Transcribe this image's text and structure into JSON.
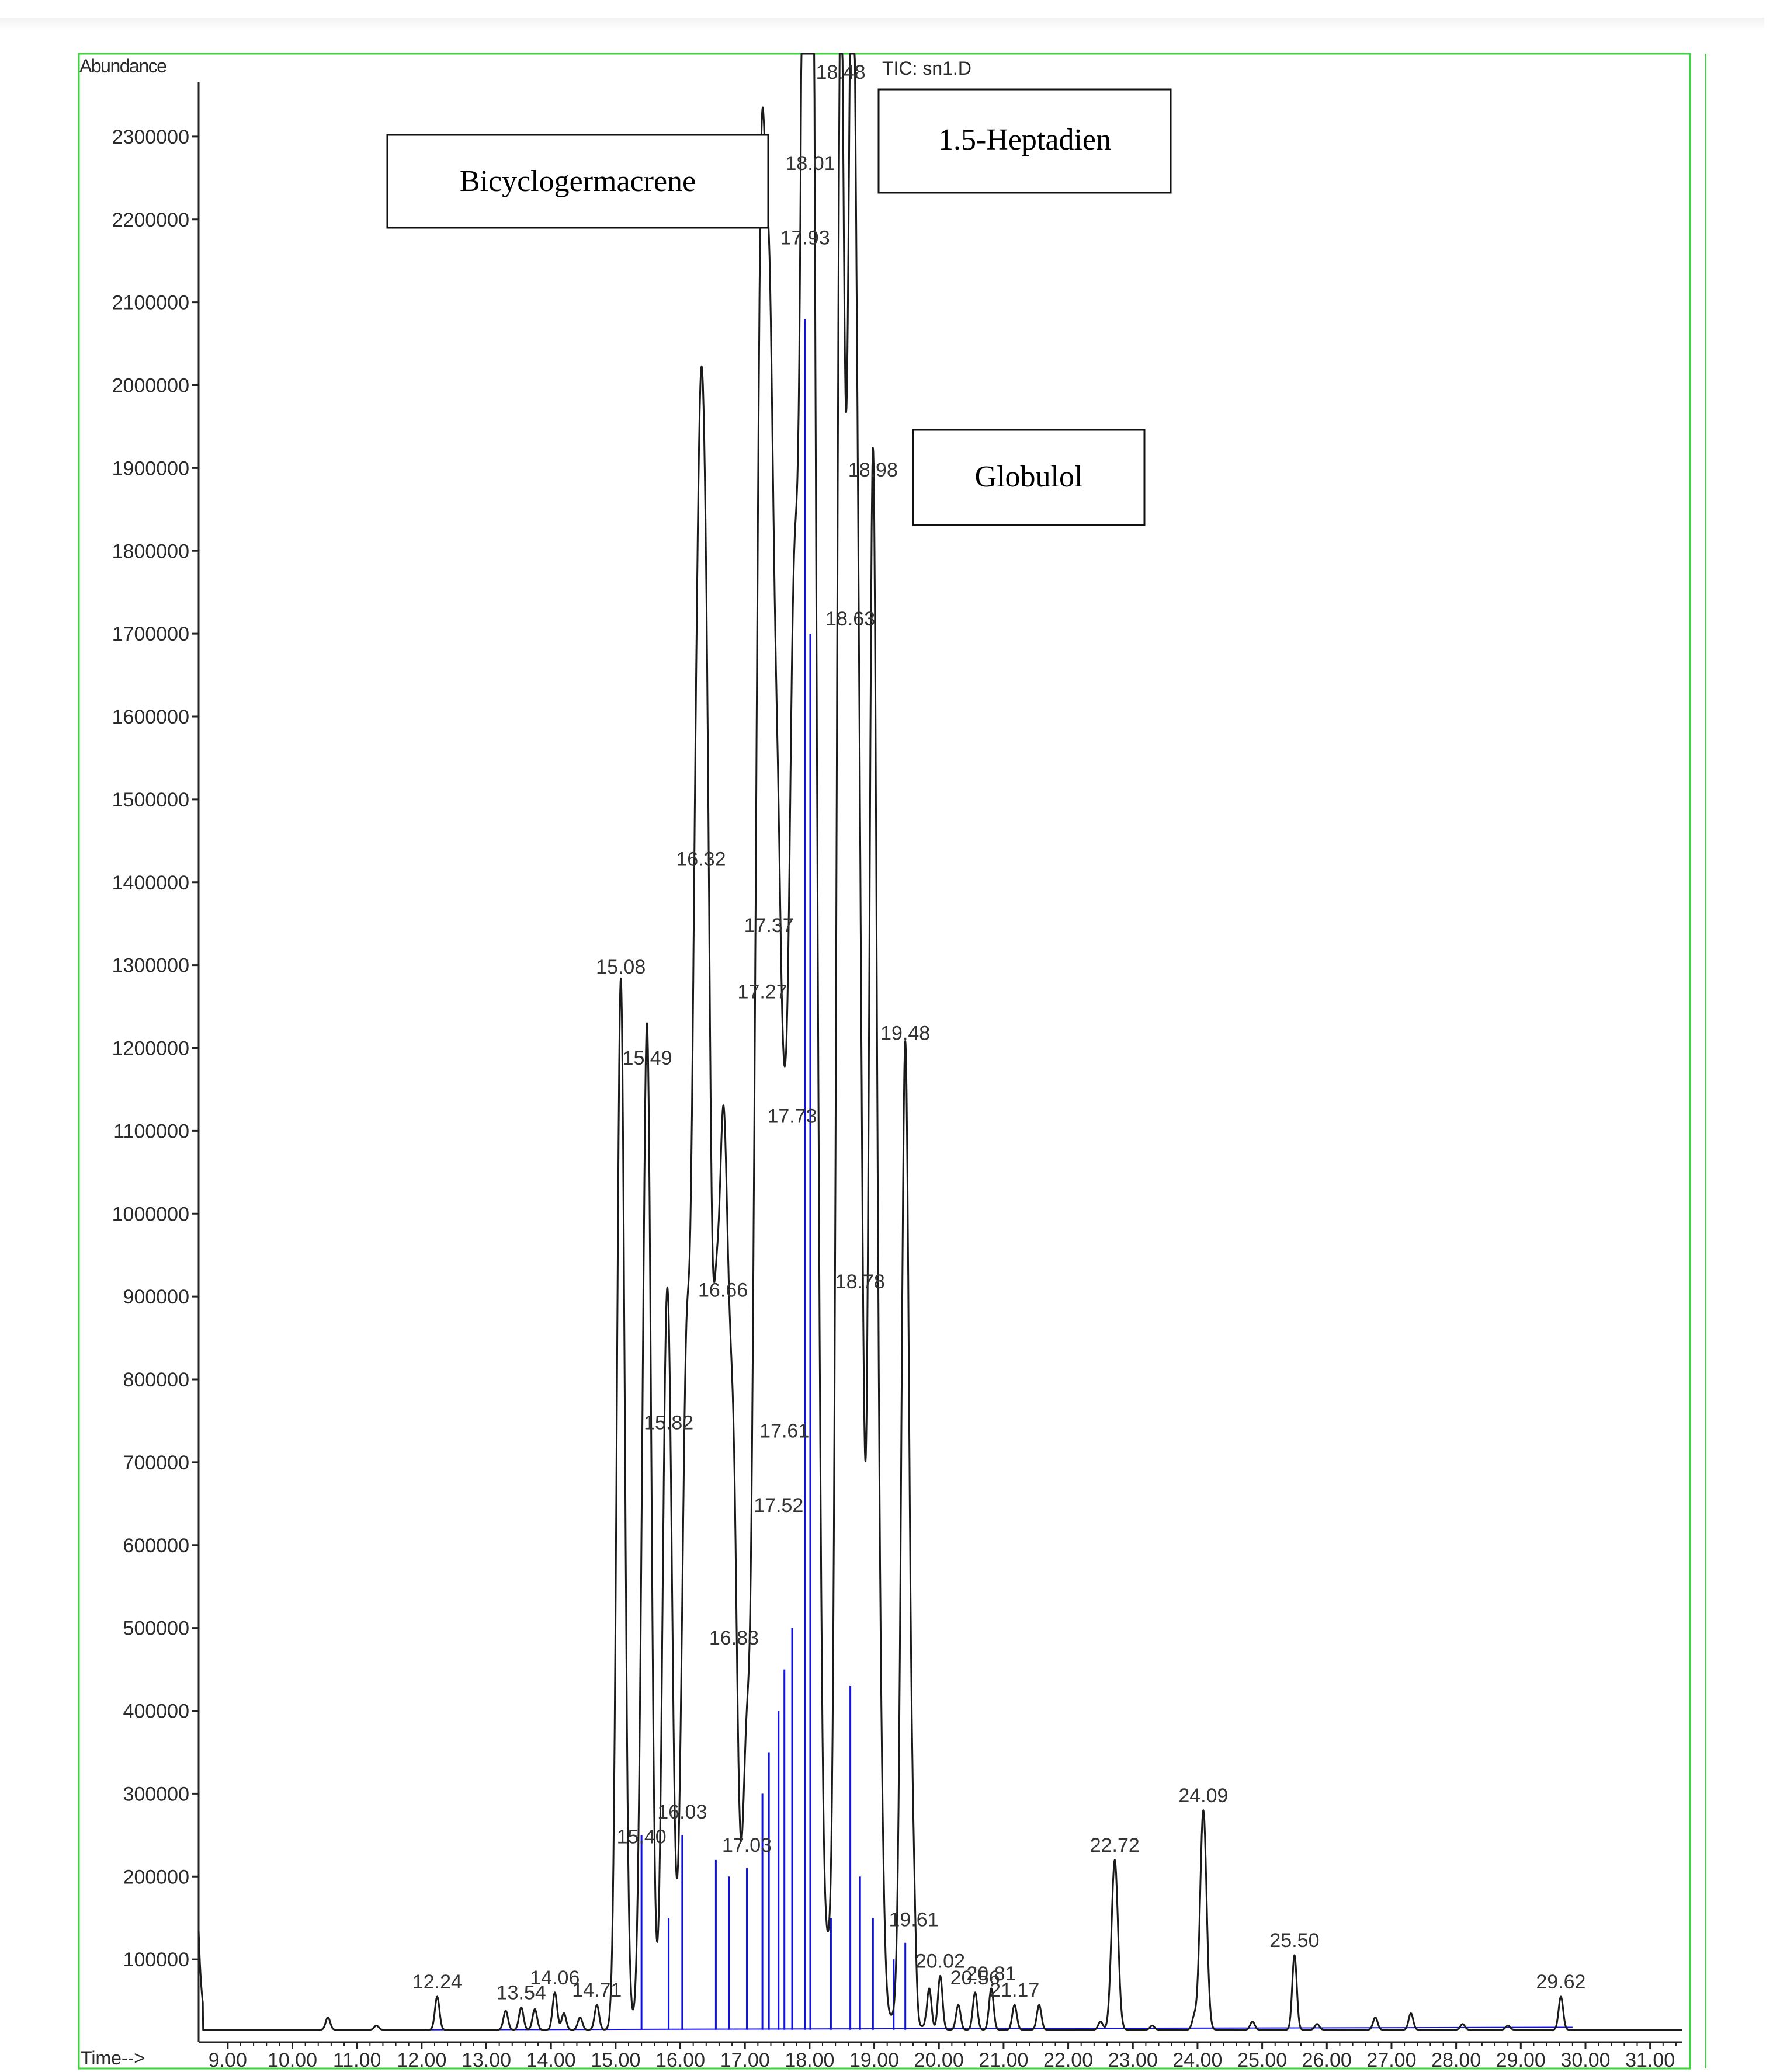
{
  "colors": {
    "frame": "#3fd33f",
    "trace": "#1a1a1a",
    "integration": "#1010e0",
    "annotation_border": "#111111"
  },
  "header": {
    "y_title": "Abundance",
    "file_label": "TIC: sn1.D",
    "x_prefix": "Time-->"
  },
  "annotations": [
    {
      "id": "bicyclogermacrene",
      "text": "Bicyclogermacrene"
    },
    {
      "id": "heptadien",
      "text": "1.5-Heptadien"
    },
    {
      "id": "globulol",
      "text": "Globulol"
    }
  ],
  "chart_data": {
    "type": "line",
    "title": "TIC: sn1.D",
    "xlabel": "Time-->",
    "ylabel": "Abundance",
    "xlim": [
      8.55,
      31.5
    ],
    "ylim": [
      0,
      2400000
    ],
    "x_ticks": [
      "9.00",
      "10.00",
      "11.00",
      "12.00",
      "13.00",
      "14.00",
      "15.00",
      "16.00",
      "17.00",
      "18.00",
      "19.00",
      "20.00",
      "21.00",
      "22.00",
      "23.00",
      "24.00",
      "25.00",
      "26.00",
      "27.00",
      "28.00",
      "29.00",
      "30.00",
      "31.00"
    ],
    "y_ticks": [
      "100000",
      "200000",
      "300000",
      "400000",
      "500000",
      "600000",
      "700000",
      "800000",
      "900000",
      "1000000",
      "1100000",
      "1200000",
      "1300000",
      "1400000",
      "1500000",
      "1600000",
      "1700000",
      "1800000",
      "1900000",
      "2000000",
      "2100000",
      "2200000",
      "2300000"
    ],
    "baseline": 15000,
    "peak_labels": [
      {
        "label": "12.24",
        "x": 12.24,
        "y": 55000
      },
      {
        "label": "13.54",
        "x": 13.54,
        "y": 42000
      },
      {
        "label": "14.06",
        "x": 14.06,
        "y": 60000
      },
      {
        "label": "14.71",
        "x": 14.71,
        "y": 45000
      },
      {
        "label": "15.08",
        "x": 15.08,
        "y": 1280000
      },
      {
        "label": "15.40",
        "x": 15.4,
        "y": 230000
      },
      {
        "label": "15.49",
        "x": 15.49,
        "y": 1170000
      },
      {
        "label": "15.82",
        "x": 15.82,
        "y": 730000
      },
      {
        "label": "16.03",
        "x": 16.03,
        "y": 260000
      },
      {
        "label": "16.32",
        "x": 16.32,
        "y": 1410000
      },
      {
        "label": "16.66",
        "x": 16.66,
        "y": 890000
      },
      {
        "label": "16.83",
        "x": 16.83,
        "y": 470000
      },
      {
        "label": "17.03",
        "x": 17.03,
        "y": 220000
      },
      {
        "label": "17.27",
        "x": 17.27,
        "y": 1250000
      },
      {
        "label": "17.37",
        "x": 17.37,
        "y": 1330000
      },
      {
        "label": "17.52",
        "x": 17.52,
        "y": 630000
      },
      {
        "label": "17.61",
        "x": 17.61,
        "y": 720000
      },
      {
        "label": "17.73",
        "x": 17.73,
        "y": 1100000
      },
      {
        "label": "17.93",
        "x": 17.93,
        "y": 2160000
      },
      {
        "label": "18.01",
        "x": 18.01,
        "y": 2250000
      },
      {
        "label": "18.48",
        "x": 18.48,
        "y": 2360000
      },
      {
        "label": "18.63",
        "x": 18.63,
        "y": 1700000
      },
      {
        "label": "18.78",
        "x": 18.78,
        "y": 900000
      },
      {
        "label": "18.98",
        "x": 18.98,
        "y": 1880000
      },
      {
        "label": "19.48",
        "x": 19.48,
        "y": 1200000
      },
      {
        "label": "19.61",
        "x": 19.61,
        "y": 130000
      },
      {
        "label": "20.02",
        "x": 20.02,
        "y": 80000
      },
      {
        "label": "20.56",
        "x": 20.56,
        "y": 60000
      },
      {
        "label": "20.81",
        "x": 20.81,
        "y": 65000
      },
      {
        "label": "21.17",
        "x": 21.17,
        "y": 45000
      },
      {
        "label": "22.72",
        "x": 22.72,
        "y": 220000
      },
      {
        "label": "24.09",
        "x": 24.09,
        "y": 280000
      },
      {
        "label": "25.50",
        "x": 25.5,
        "y": 105000
      },
      {
        "label": "29.62",
        "x": 29.62,
        "y": 55000
      }
    ],
    "minor_peaks": [
      {
        "x": 10.55,
        "y": 30000
      },
      {
        "x": 11.3,
        "y": 20000
      },
      {
        "x": 13.3,
        "y": 38000
      },
      {
        "x": 13.75,
        "y": 40000
      },
      {
        "x": 14.2,
        "y": 35000
      },
      {
        "x": 14.45,
        "y": 30000
      },
      {
        "x": 15.75,
        "y": 330000
      },
      {
        "x": 16.1,
        "y": 600000
      },
      {
        "x": 16.22,
        "y": 1000000
      },
      {
        "x": 16.42,
        "y": 1160000
      },
      {
        "x": 16.55,
        "y": 560000
      },
      {
        "x": 16.75,
        "y": 380000
      },
      {
        "x": 17.15,
        "y": 440000
      },
      {
        "x": 17.22,
        "y": 800000
      },
      {
        "x": 17.45,
        "y": 820000
      },
      {
        "x": 17.82,
        "y": 1000000
      },
      {
        "x": 18.1,
        "y": 940000
      },
      {
        "x": 18.7,
        "y": 1120000
      },
      {
        "x": 19.1,
        "y": 210000
      },
      {
        "x": 19.85,
        "y": 65000
      },
      {
        "x": 20.3,
        "y": 45000
      },
      {
        "x": 21.55,
        "y": 45000
      },
      {
        "x": 22.5,
        "y": 25000
      },
      {
        "x": 23.3,
        "y": 20000
      },
      {
        "x": 23.95,
        "y": 30000
      },
      {
        "x": 24.85,
        "y": 25000
      },
      {
        "x": 25.85,
        "y": 22000
      },
      {
        "x": 26.75,
        "y": 30000
      },
      {
        "x": 27.3,
        "y": 35000
      },
      {
        "x": 28.1,
        "y": 22000
      },
      {
        "x": 28.8,
        "y": 20000
      }
    ],
    "integration_lines": [
      {
        "x": 15.4,
        "y": 250000
      },
      {
        "x": 15.82,
        "y": 150000
      },
      {
        "x": 16.03,
        "y": 250000
      },
      {
        "x": 16.55,
        "y": 220000
      },
      {
        "x": 16.75,
        "y": 200000
      },
      {
        "x": 17.03,
        "y": 210000
      },
      {
        "x": 17.27,
        "y": 300000
      },
      {
        "x": 17.37,
        "y": 350000
      },
      {
        "x": 17.52,
        "y": 400000
      },
      {
        "x": 17.61,
        "y": 450000
      },
      {
        "x": 17.73,
        "y": 500000
      },
      {
        "x": 17.93,
        "y": 2080000
      },
      {
        "x": 18.01,
        "y": 1700000
      },
      {
        "x": 18.33,
        "y": 150000
      },
      {
        "x": 18.63,
        "y": 430000
      },
      {
        "x": 18.78,
        "y": 200000
      },
      {
        "x": 18.98,
        "y": 150000
      },
      {
        "x": 19.3,
        "y": 100000
      },
      {
        "x": 19.48,
        "y": 120000
      }
    ]
  }
}
